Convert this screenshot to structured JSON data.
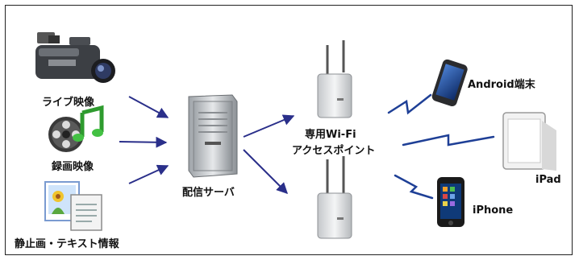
{
  "sources": {
    "live_video": "ライブ映像",
    "recorded_video": "録画映像",
    "still_text": "静止画・テキスト情報"
  },
  "server": {
    "label": "配信サーバ"
  },
  "access_point": {
    "line1": "専用Wi-Fi",
    "line2": "アクセスポイント"
  },
  "devices": {
    "android": "Android端末",
    "ipad": "iPad",
    "iphone": "iPhone"
  },
  "colors": {
    "arrow": "#2a2f8a",
    "wireless": "#1e3f96",
    "frame": "#222222"
  }
}
